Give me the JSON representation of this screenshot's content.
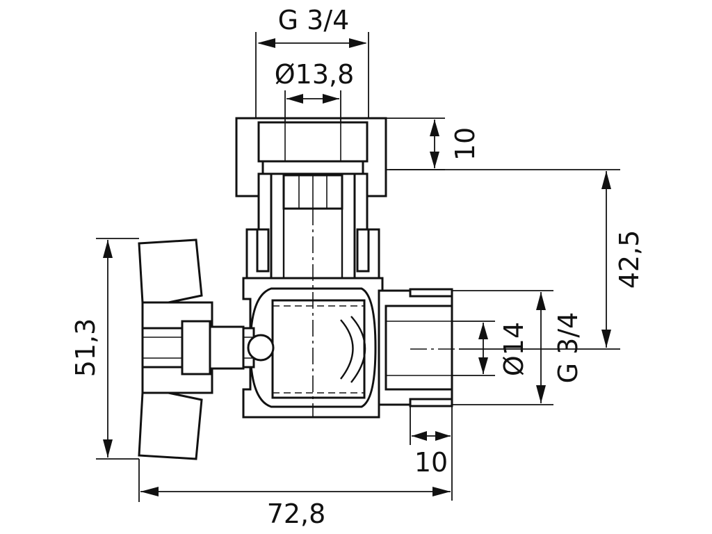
{
  "dimensions": {
    "top_thread": "G 3/4",
    "top_bore": "Ø13,8",
    "top_nut_height": "10",
    "vertical_offset": "42,5",
    "handle_height": "51,3",
    "side_bore": "Ø14",
    "side_thread": "G 3/4",
    "side_thread_length": "10",
    "overall_length": "72,8"
  },
  "colors": {
    "line": "#111111",
    "background": "#ffffff"
  }
}
